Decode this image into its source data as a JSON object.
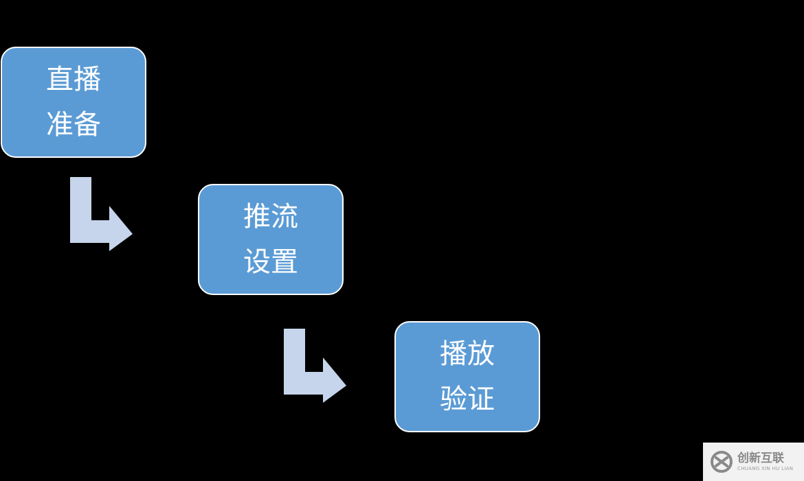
{
  "steps": [
    {
      "line1": "直播",
      "line2": "准备"
    },
    {
      "line1": "推流",
      "line2": "设置"
    },
    {
      "line1": "播放",
      "line2": "验证"
    }
  ],
  "colors": {
    "background": "#000000",
    "box_fill": "#5b9bd5",
    "box_border": "#ffffff",
    "box_text": "#ffffff",
    "arrow_fill": "#c6d5eb"
  },
  "icons": {
    "connector": "bent-down-right-arrow-icon",
    "watermark_logo": "chuangxin-hulian-logo-icon"
  },
  "watermark": {
    "name_cn": "创新互联",
    "name_en": "CHUANG XIN HU LIAN"
  }
}
